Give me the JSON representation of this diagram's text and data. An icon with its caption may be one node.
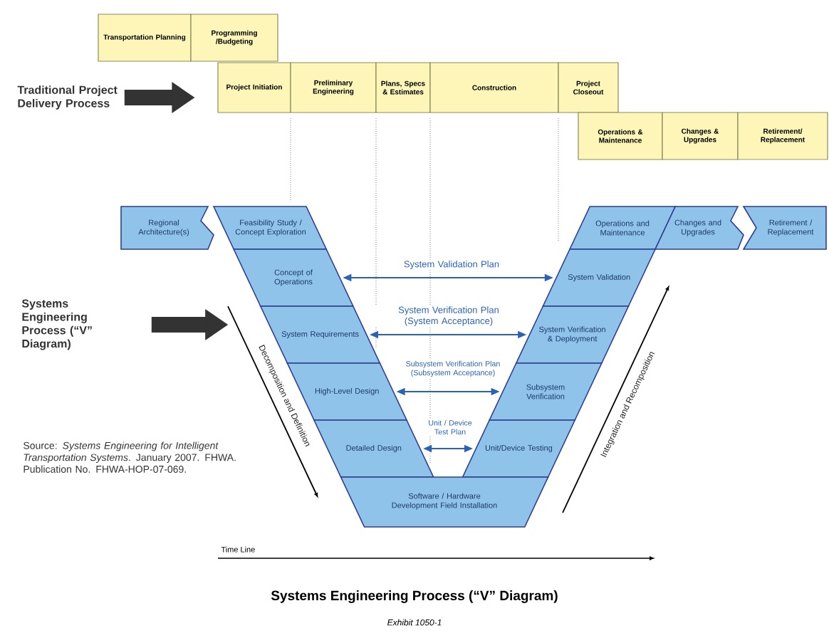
{
  "diagram": {
    "title": "Systems Engineering Process (“V” Diagram)",
    "caption": "Exhibit 1050-1",
    "nodes": [
      {
        "text": [
          "Transportation Planning"
        ]
      },
      {
        "text": [
          "Programming /Budgeting"
        ]
      },
      {
        "text": [
          "Project Initiation"
        ]
      },
      {
        "text": [
          "Preliminary Engineering"
        ]
      },
      {
        "text": [
          "Plans, Specs & Estimates"
        ]
      },
      {
        "text": [
          "Construction"
        ]
      },
      {
        "text": [
          "Project Closeout"
        ]
      },
      {
        "text": [
          "Operations & Maintenance"
        ]
      },
      {
        "text": [
          "Changes & Upgrades"
        ]
      },
      {
        "text": [
          "Retirement/ Replacement"
        ]
      },
      {
        "text": [
          "Regional Architecture(s)"
        ]
      },
      {
        "text": [
          "Feasibility Study / Concept Exploration"
        ]
      },
      {
        "text": [
          "Operations and Maintenance"
        ]
      },
      {
        "text": [
          "Changes and Upgrades"
        ]
      },
      {
        "text": [
          "Retirement / Replacement"
        ]
      },
      {
        "text": [
          "Concept of Operations"
        ]
      },
      {
        "text": [
          "System Validation"
        ]
      },
      {
        "text": [
          "System Requirements"
        ]
      },
      {
        "text": [
          "System Verification & Deployment"
        ]
      },
      {
        "text": [
          "High-Level Design"
        ]
      },
      {
        "text": [
          "Subsystem Verification"
        ]
      },
      {
        "text": [
          "Detailed Design"
        ]
      },
      {
        "text": [
          "Unit/Device Testing"
        ]
      },
      {
        "text": [
          "Software / Hardware Development Field Installation"
        ]
      },
      {
        "text": [
          "Traditional Project Delivery Process"
        ]
      },
      {
        "text": [
          "Systems Engineering Process (“V” Diagram)"
        ]
      }
    ],
    "edges": [
      {
        "from": 15,
        "to": 16,
        "arrow": "both",
        "label": "System Validation Plan"
      },
      {
        "from": 17,
        "to": 18,
        "arrow": "both",
        "label": "System Verification Plan (System Acceptance)"
      },
      {
        "from": 19,
        "to": 20,
        "arrow": "both",
        "label": "Subsystem Verification Plan (Subsystem Acceptance)"
      },
      {
        "from": 21,
        "to": 22,
        "arrow": "both",
        "label": "Unit / Device Test Plan"
      },
      {
        "from": 24,
        "to": 2,
        "arrow": "to",
        "style": "thick",
        "color": "#333333"
      },
      {
        "from": 25,
        "to": 17,
        "arrow": "to",
        "style": "thick",
        "color": "#333333"
      }
    ],
    "labels": [
      "Decomposition and Definition",
      "Integration and Recomposition",
      "Source: *Systems Engineering for Intelligent Transportation Systems*. January 2007. FHWA. Publication No. FHWA-HOP-07-069.",
      "Time Line"
    ]
  }
}
